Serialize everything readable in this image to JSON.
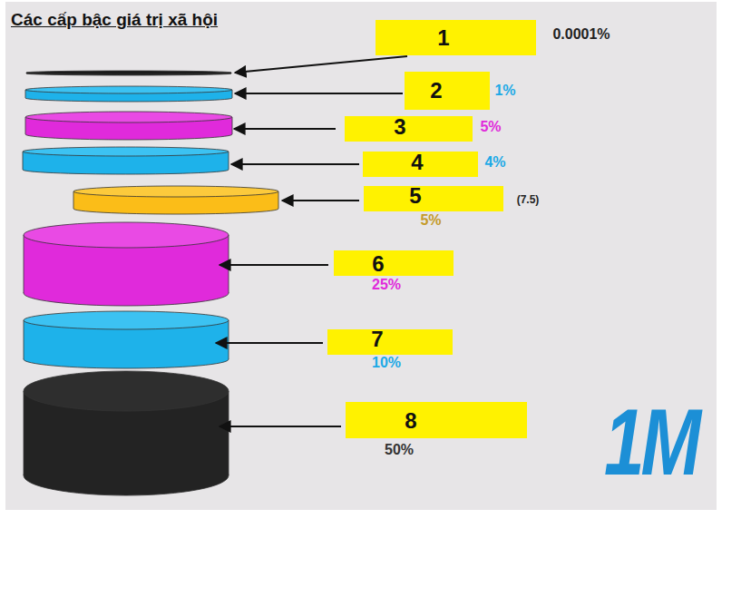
{
  "diagram": {
    "title": "Các cấp bậc giá trị xã hội",
    "nodes": [
      {
        "text": [
          "1",
          "0.0001%"
        ]
      },
      {
        "text": [
          "2",
          "1%"
        ]
      },
      {
        "text": [
          "3",
          "5%"
        ]
      },
      {
        "text": [
          "4",
          "4%"
        ]
      },
      {
        "text": [
          "5",
          "(7.5)",
          "5%"
        ]
      },
      {
        "text": [
          "6",
          "25%"
        ]
      },
      {
        "text": [
          "7",
          "10%"
        ]
      },
      {
        "text": [
          "8",
          "50%"
        ]
      }
    ],
    "labels": [
      "1M"
    ]
  }
}
